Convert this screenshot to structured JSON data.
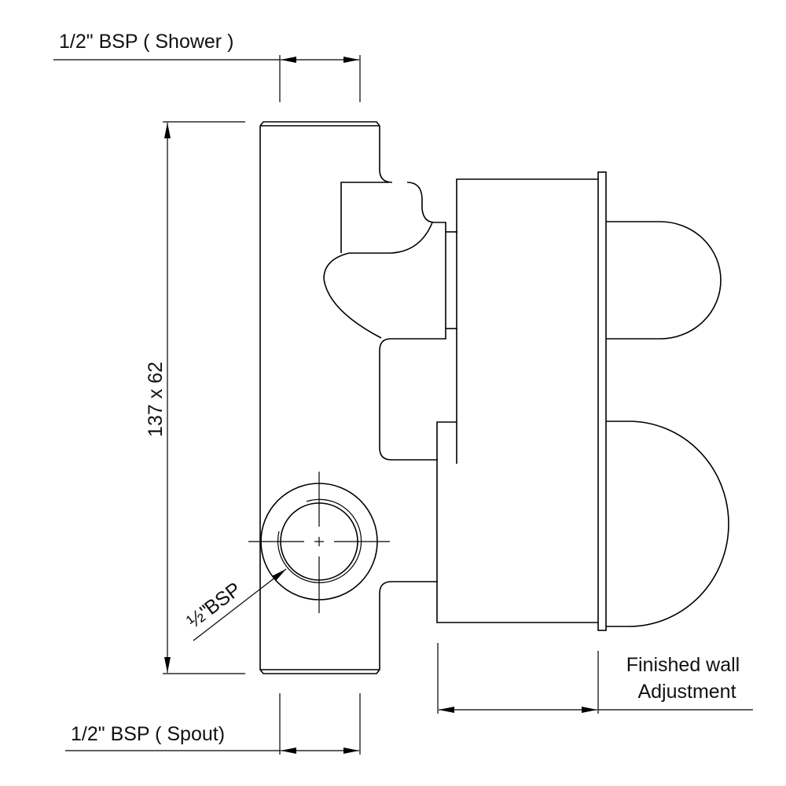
{
  "drawing": {
    "title": "Concealed shower valve body with spout outlet, side view",
    "labels": {
      "shower_outlet": "1/2\" BSP ( Shower )",
      "spout_outlet": "1/2\" BSP ( Spout)",
      "overall_size": "137 x 62",
      "side_inlet_fraction": "½\"",
      "side_inlet_unit": "BSP",
      "wall_adjust_line1": "Finished wall",
      "wall_adjust_line2": "Adjustment"
    },
    "colors": {
      "line": "#000000",
      "background": "#ffffff"
    }
  }
}
